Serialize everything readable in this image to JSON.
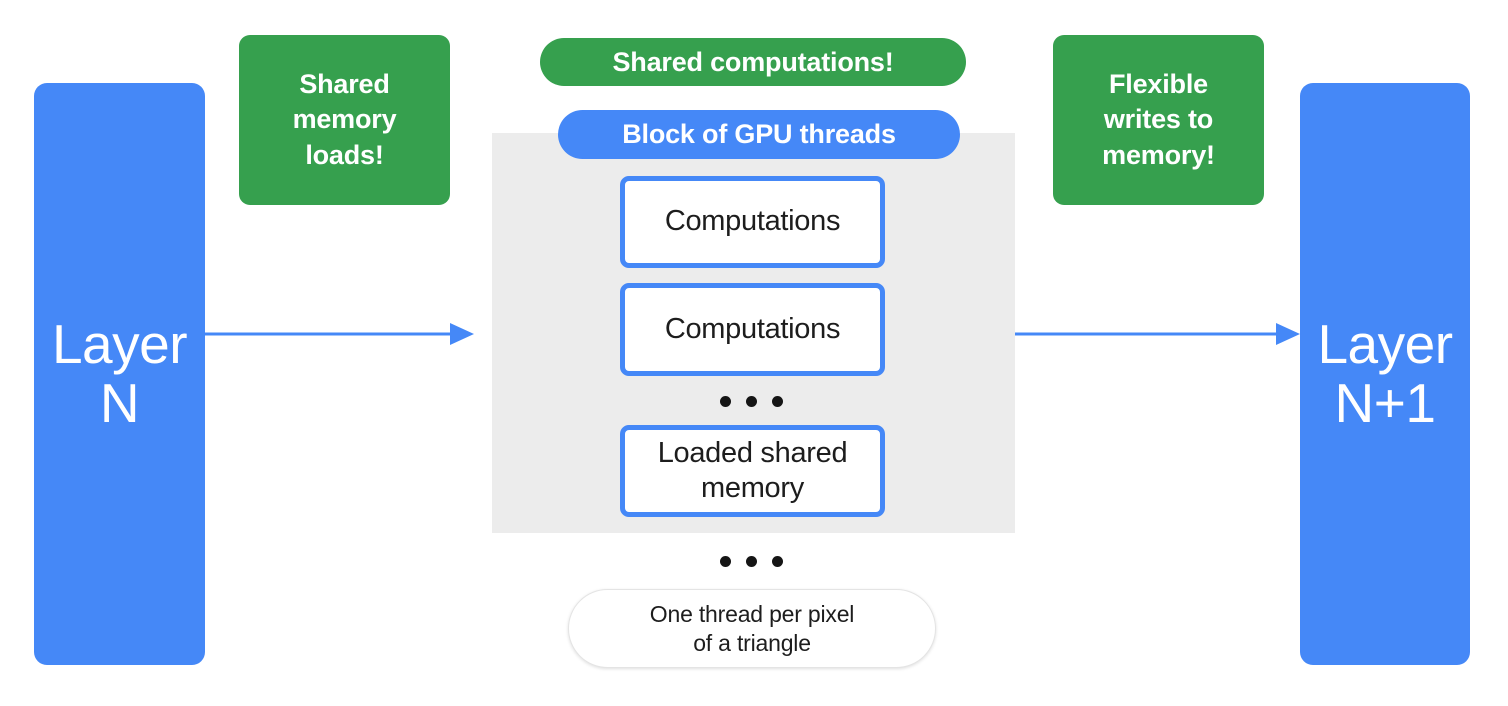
{
  "diagram": {
    "title": "GPU thread block shared memory dataflow",
    "colors": {
      "blue": "#4588F7",
      "green": "#36A04E",
      "panel_gray": "#ECECEC",
      "background": "#FFFFFF",
      "text_dark": "#1D1D1D",
      "text_light": "#FFFFFF"
    },
    "layers": {
      "input_label": "Layer\nN",
      "output_label": "Layer\nN+1"
    },
    "callouts": {
      "left": "Shared\nmemory\nloads!",
      "right": "Flexible\nwrites to\nmemory!"
    },
    "panel": {
      "banner_label": "Shared computations!",
      "title_label": "Block of GPU threads",
      "thread_boxes": [
        {
          "label": "Computations"
        },
        {
          "label": "Computations"
        },
        {
          "label": "Loaded shared\nmemory"
        }
      ],
      "inner_ellipsis": "• • •",
      "outer_ellipsis": "• • •",
      "note_label": "One thread per pixel\nof a triangle"
    },
    "arrows": [
      {
        "name": "layer-n-to-block",
        "direction": "right"
      },
      {
        "name": "block-to-layer-n1",
        "direction": "right"
      }
    ]
  }
}
